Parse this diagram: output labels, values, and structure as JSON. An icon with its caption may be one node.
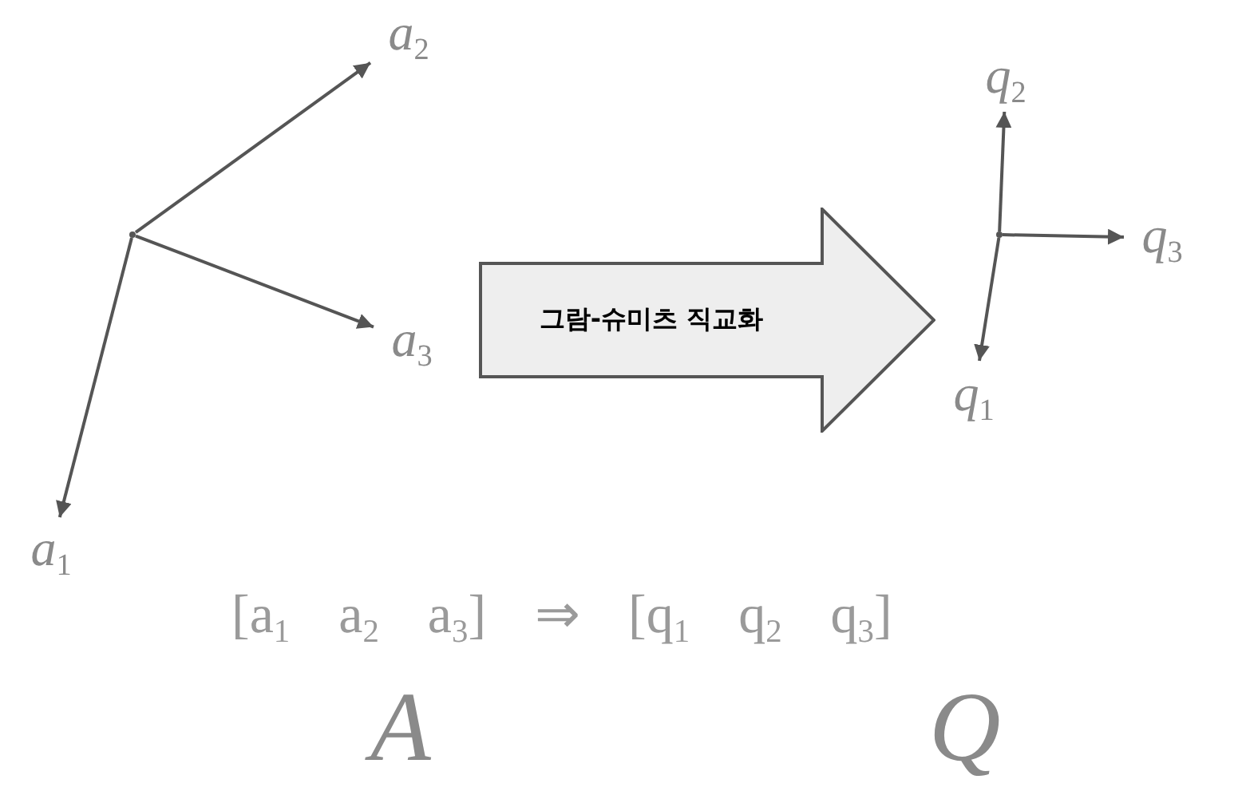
{
  "diagram": {
    "nodes": [
      {
        "text": [],
        "shape": "point"
      },
      {
        "text": [
          "a$_{2}$"
        ]
      },
      {
        "text": [
          "a$_{3}$"
        ]
      },
      {
        "text": [
          "a$_{1}$"
        ]
      },
      {
        "text": [
          "그람-슈미츠 직교화"
        ]
      },
      {
        "text": [],
        "shape": "point"
      },
      {
        "text": [
          "q$_{2}$"
        ]
      },
      {
        "text": [
          "q$_{3}$"
        ]
      },
      {
        "text": [
          "q$_{1}$"
        ]
      }
    ],
    "edges": [
      {
        "from": 0,
        "to": 1,
        "arrow": "to"
      },
      {
        "from": 0,
        "to": 2,
        "arrow": "to"
      },
      {
        "from": 0,
        "to": 3,
        "arrow": "to"
      },
      {
        "from": 5,
        "to": 6,
        "arrow": "to"
      },
      {
        "from": 5,
        "to": 7,
        "arrow": "to"
      },
      {
        "from": 5,
        "to": 8,
        "arrow": "to"
      }
    ],
    "labels": [
      "[a$_{1}$ a$_{2}$ a$_{3}$] ⇒ [q$_{1}$ q$_{2}$ q$_{3}$]",
      "A",
      "Q"
    ]
  }
}
